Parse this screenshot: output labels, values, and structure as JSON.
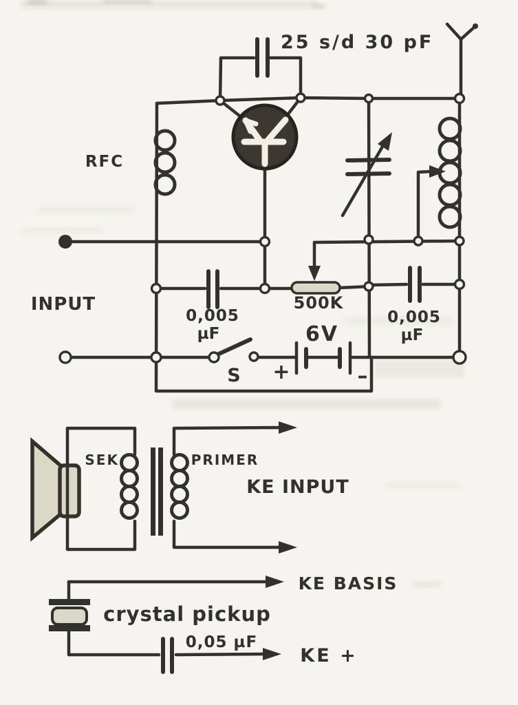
{
  "colors": {
    "paper": "#f6f4ee",
    "ink": "#33312b",
    "component_fill": "#dcd8c8"
  },
  "oscillator": {
    "trimmer_cap_label": "25 s/d 30 pF",
    "rfc_label": "RFC",
    "input_label": "INPUT",
    "cap_left": {
      "value": "0,005",
      "unit": "µF"
    },
    "pot_label": "500K",
    "switch_label": "S",
    "battery": {
      "plus": "+",
      "voltage": "6V",
      "minus": "–"
    },
    "cap_right": {
      "value": "0,005",
      "unit": "µF"
    }
  },
  "output_transformer": {
    "secondary_label": "SEK.",
    "primary_label": "PRIMER",
    "ke_input_label": "KE INPUT"
  },
  "pickup": {
    "ke_basis_label": "KE BASIS",
    "name_label": "crystal pickup",
    "cap_label": "0,05 µF",
    "ke_plus_label": "KE +"
  }
}
